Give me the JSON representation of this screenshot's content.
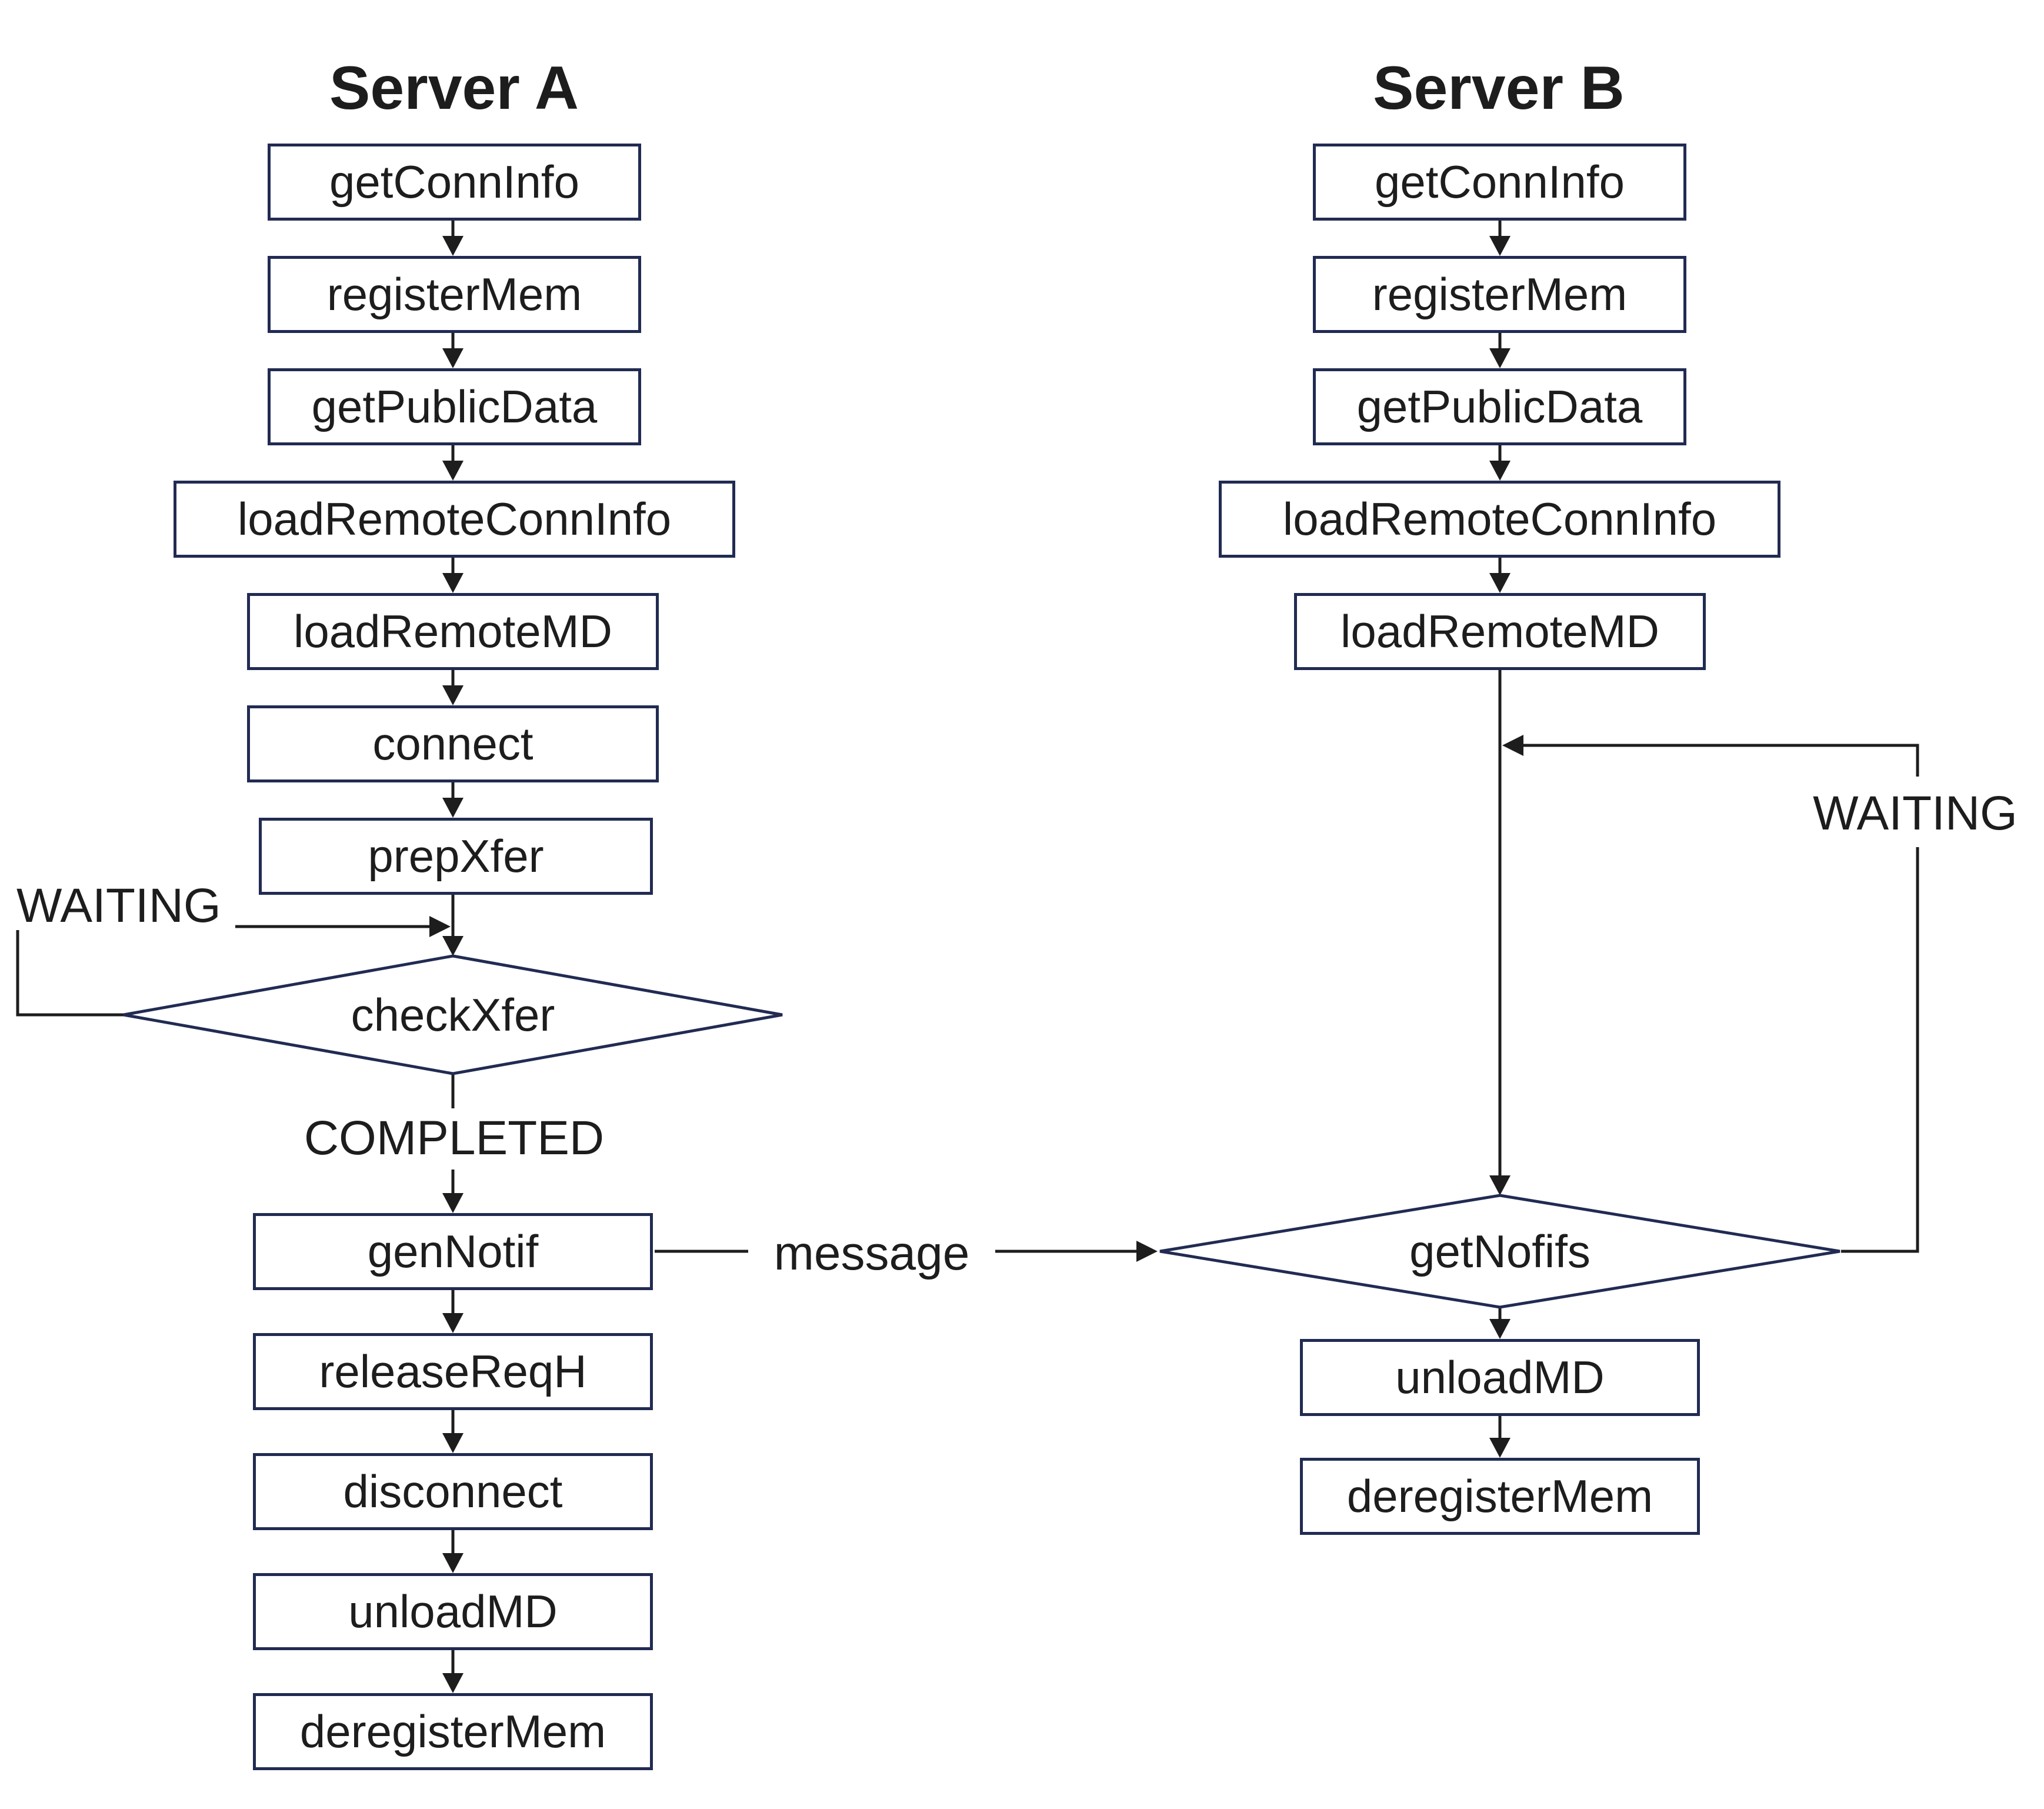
{
  "diagram": {
    "server_a": {
      "title": "Server A",
      "steps": [
        "getConnInfo",
        "registerMem",
        "getPublicData",
        "loadRemoteConnInfo",
        "loadRemoteMD",
        "connect",
        "prepXfer"
      ],
      "decision": "checkXfer",
      "waiting_label": "WAITING",
      "completed_label": "COMPLETED",
      "post_steps": [
        "genNotif",
        "releaseReqH",
        "disconnect",
        "unloadMD",
        "deregisterMem"
      ]
    },
    "server_b": {
      "title": "Server B",
      "steps": [
        "getConnInfo",
        "registerMem",
        "getPublicData",
        "loadRemoteConnInfo",
        "loadRemoteMD"
      ],
      "decision": "getNofifs",
      "waiting_label": "WAITING",
      "post_steps": [
        "unloadMD",
        "deregisterMem"
      ]
    },
    "message_label": "message"
  },
  "colors": {
    "background": "#ffffff",
    "box_border": "#212b52",
    "diamond_border": "#212b52",
    "line": "#1d1d1d",
    "text": "#1d1d1d"
  }
}
